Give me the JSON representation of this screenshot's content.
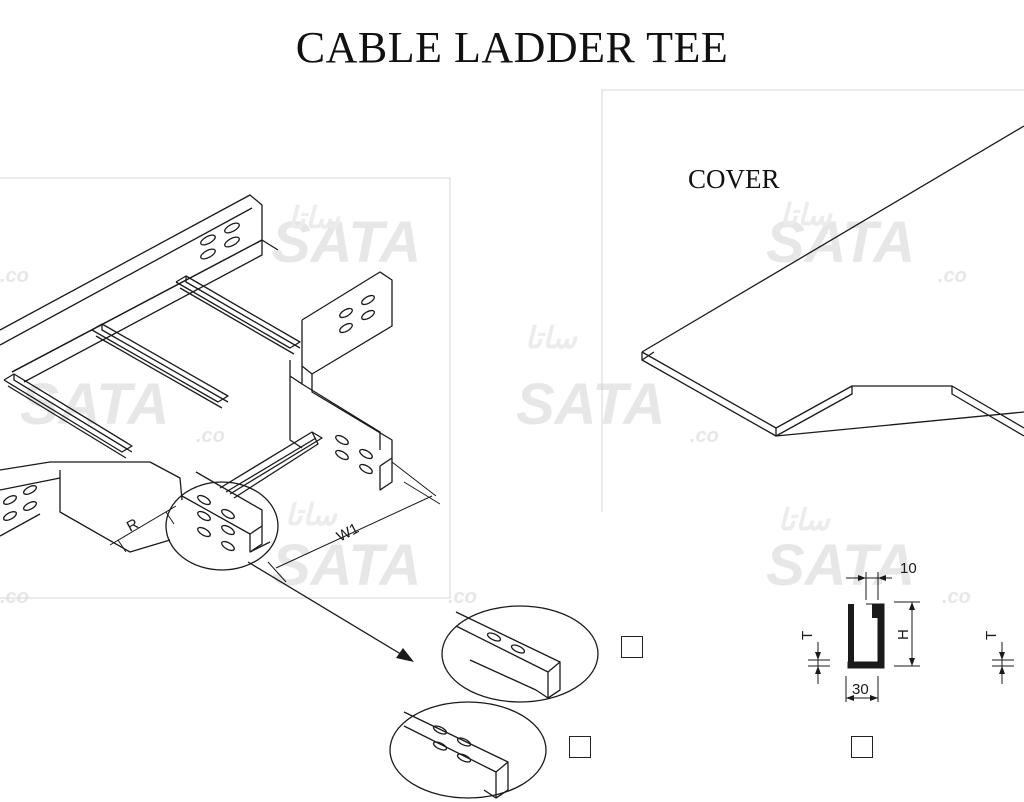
{
  "title": "CABLE LADDER TEE",
  "cover_label": "COVER",
  "dimensions": {
    "radius": "R",
    "width": "W1",
    "flange": "10",
    "height": "H",
    "thickness_left": "T",
    "thickness_right": "T",
    "base": "30"
  },
  "watermark": {
    "text": "SATA",
    "suffix": ".co"
  },
  "colors": {
    "line": "#1a1a1a",
    "watermark": "#e6e6e6",
    "frame": "#d9d9d9"
  }
}
